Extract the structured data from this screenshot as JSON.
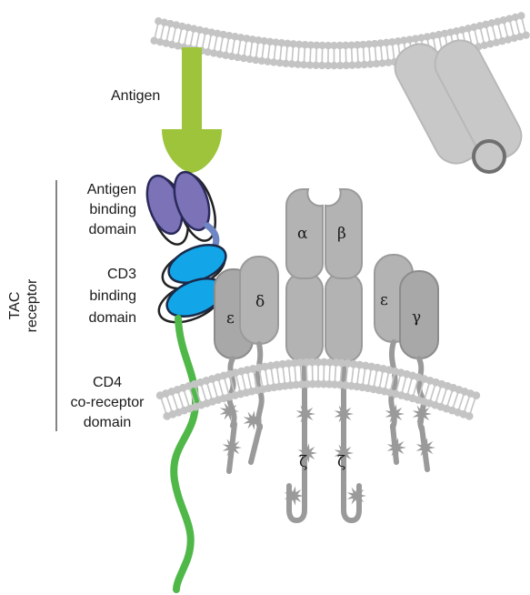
{
  "labels": {
    "antigen": "Antigen",
    "antigen_binding_line1": "Antigen",
    "antigen_binding_line2": "binding",
    "antigen_binding_line3": "domain",
    "cd3_line1": "CD3",
    "cd3_line2": "binding",
    "cd3_line3": "domain",
    "cd4_line1": "CD4",
    "cd4_line2": "co-receptor",
    "cd4_line3": "domain",
    "tac_line1": "TAC",
    "tac_line2": "receptor"
  },
  "subunits": {
    "alpha": "α",
    "beta": "β",
    "epsilon_left": "ε",
    "delta": "δ",
    "epsilon_right": "ε",
    "gamma": "γ",
    "zeta_left": "ζ",
    "zeta_right": "ζ"
  },
  "colors": {
    "antigen": "#9dc43a",
    "antigen_binding_domain": "#7b72b8",
    "cd3_binding_domain": "#12a6e8",
    "cd4_domain": "#4fb848",
    "linker": "#6f86c4",
    "membrane": "#c4c4c4",
    "tcr_subunit": "#b3b3b3"
  }
}
